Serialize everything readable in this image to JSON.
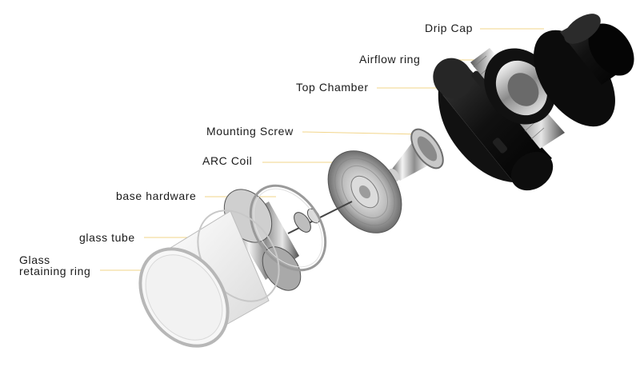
{
  "labels": {
    "drip_cap": "Drip Cap",
    "airflow_ring": "Airflow ring",
    "top_chamber": "Top Chamber",
    "mounting_screw": "Mounting Screw",
    "arc_coil": "ARC Coil",
    "base_hardware": "base hardware",
    "glass_tube": "glass tube",
    "glass_retaining_ring_line1": "Glass",
    "glass_retaining_ring_line2": "retaining ring"
  },
  "colors": {
    "leader_line": "#f2d58a",
    "metal_dark": "#1b1b1b",
    "steel_light": "#e8e8e8",
    "steel_mid": "#9a9a9a",
    "steel_dark": "#4a4a4a",
    "glass_edge": "#c9c9c9"
  }
}
